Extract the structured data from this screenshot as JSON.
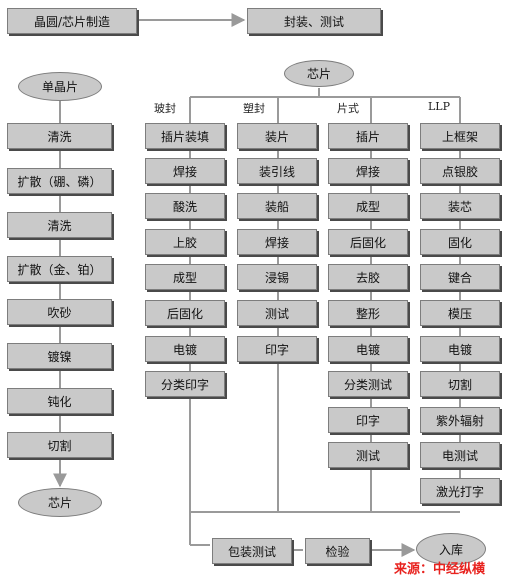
{
  "top_flow": {
    "start": "晶圆/芯片制造",
    "end": "封装、测试"
  },
  "left_chain": {
    "start": "单晶片",
    "steps": [
      "清洗",
      "扩散（硼、磷）",
      "清洗",
      "扩散（金、铂）",
      "吹砂",
      "镀镍",
      "钝化",
      "切割"
    ],
    "end": "芯片"
  },
  "right_chain": {
    "root": "芯片",
    "columns": [
      {
        "name": "玻封",
        "steps": [
          "插片装填",
          "焊接",
          "酸洗",
          "上胶",
          "成型",
          "后固化",
          "电镀",
          "分类印字"
        ]
      },
      {
        "name": "塑封",
        "steps": [
          "装片",
          "装引线",
          "装船",
          "焊接",
          "浸锡",
          "测试",
          "印字"
        ]
      },
      {
        "name": "片式",
        "steps": [
          "插片",
          "焊接",
          "成型",
          "后固化",
          "去胶",
          "整形",
          "电镀",
          "分类测试",
          "印字",
          "测试"
        ]
      },
      {
        "name": "LLP",
        "steps": [
          "上框架",
          "点银胶",
          "装芯",
          "固化",
          "键合",
          "模压",
          "电镀",
          "切割",
          "紫外辐射",
          "电测试",
          "激光打字"
        ]
      }
    ],
    "bottom": {
      "steps": [
        "包装测试",
        "检验"
      ],
      "end": "入库"
    }
  },
  "source": "来源：中经纵横",
  "colors": {
    "box_fill": "#c9c9c9",
    "box_border": "#7d7d7d",
    "shadow": "#4a4a4a",
    "line": "#9a9a9a",
    "source_text": "#e8231f"
  }
}
